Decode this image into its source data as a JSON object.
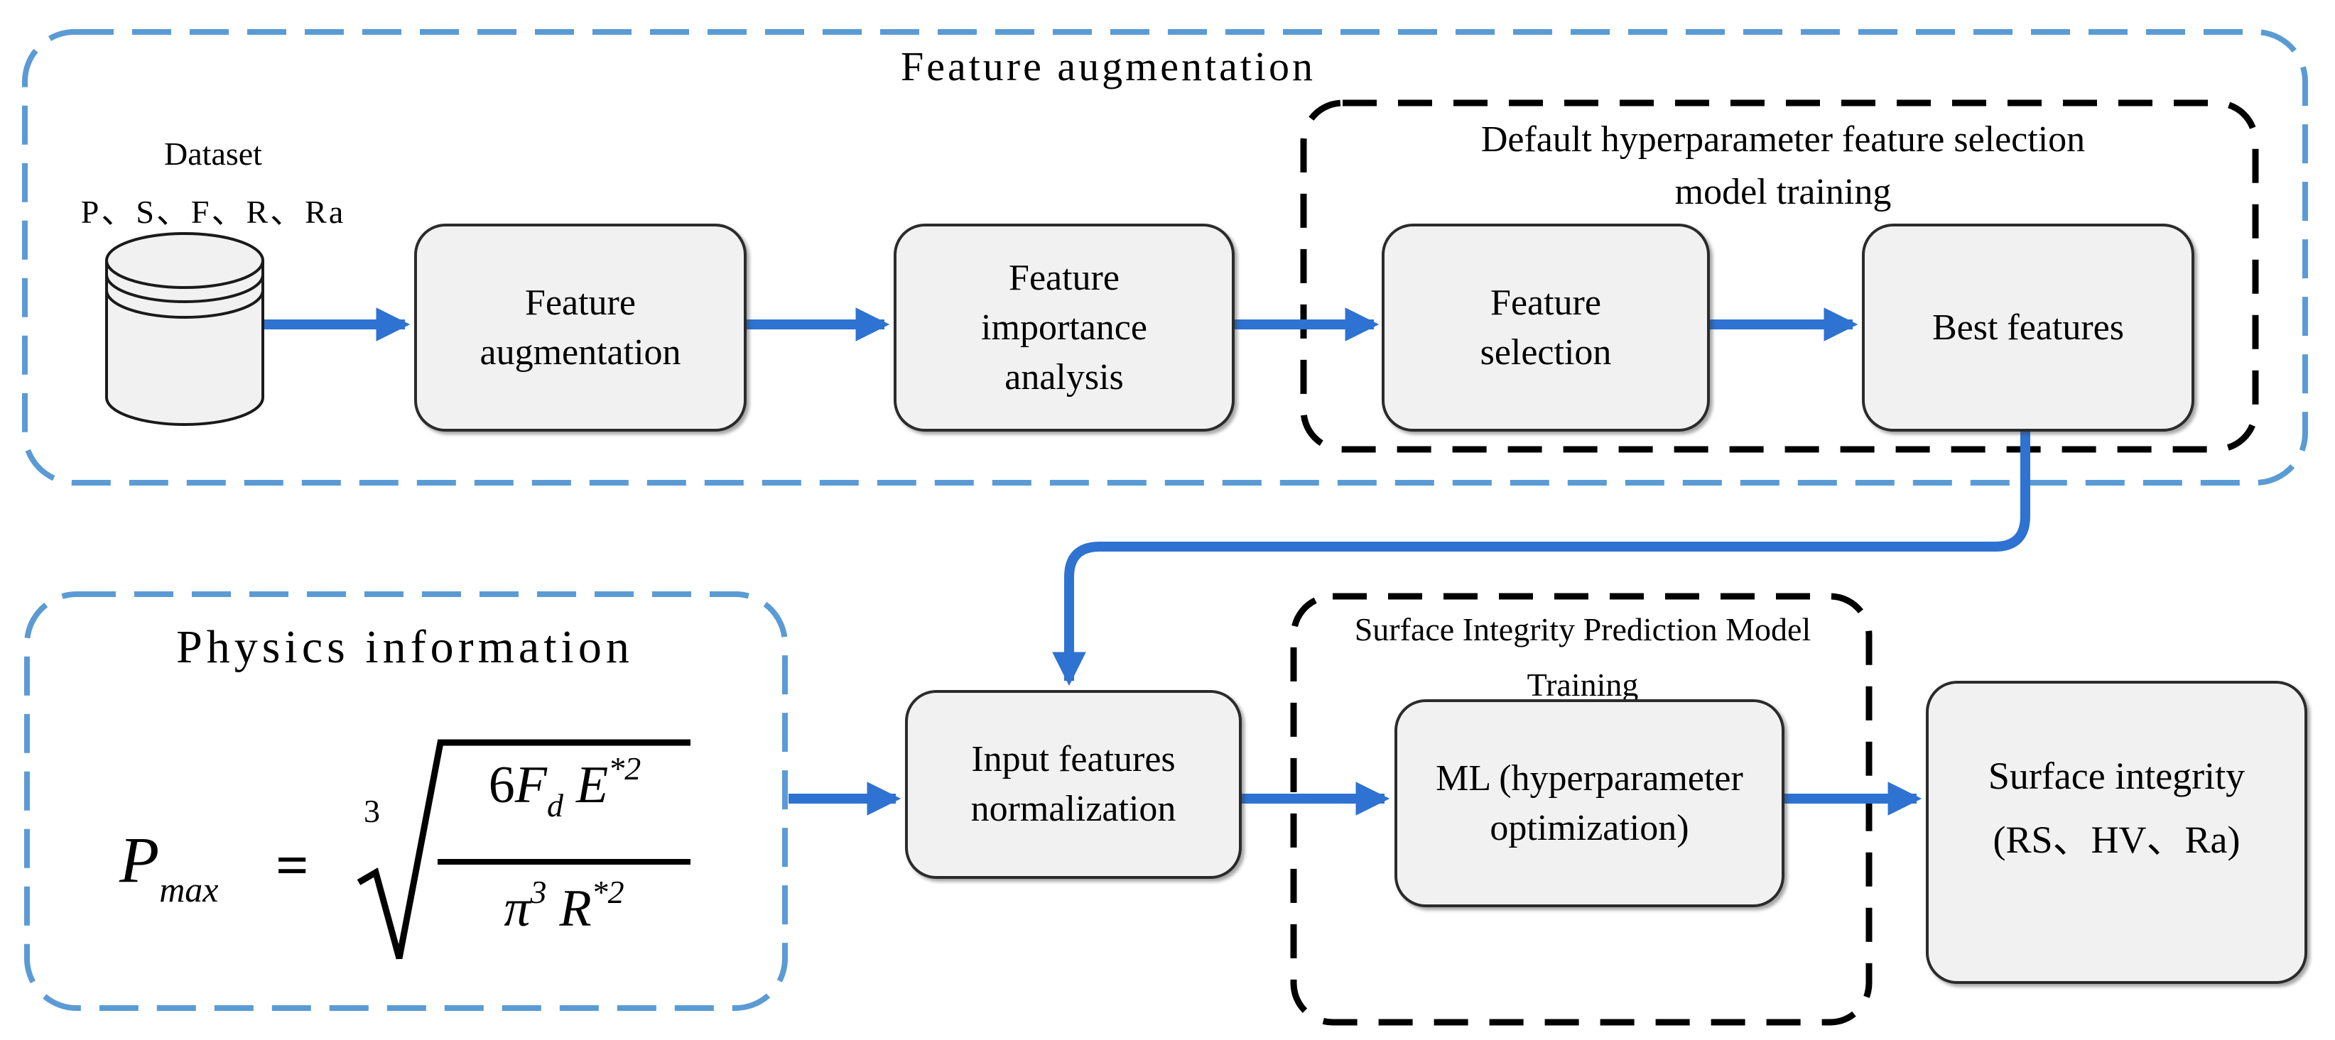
{
  "colors": {
    "arrow_blue": "#2E72D2",
    "dashed_blue_border": "#5B9BD5",
    "dashed_black_border": "#000000",
    "node_fill": "#F1F1F1",
    "node_border": "#2B2B2B",
    "background": "#FFFFFF",
    "text": "#000000"
  },
  "top_section": {
    "title": "Feature augmentation",
    "dataset": {
      "label": "Dataset",
      "variables": "P、S、F、R、Ra",
      "icon": "database-cylinder-icon"
    },
    "nodes": {
      "feature_augmentation": "Feature augmentation",
      "feature_importance": "Feature importance analysis"
    },
    "selection_group": {
      "label": "Default hyperparameter feature selection model training",
      "nodes": {
        "feature_selection": "Feature selection",
        "best_features": "Best features"
      }
    }
  },
  "bottom_section": {
    "physics": {
      "title": "Physics information",
      "formula": {
        "lhs_symbol": "P",
        "lhs_subscript": "max",
        "equals_sign": "=",
        "root_index": "3",
        "numerator": {
          "coefficient": "6",
          "force_symbol": "F",
          "force_subscript": "d",
          "modulus_symbol": "E",
          "modulus_exponent": "*2"
        },
        "denominator": {
          "pi_symbol": "π",
          "pi_exponent": "3",
          "radius_symbol": "R",
          "radius_exponent": "*2"
        }
      }
    },
    "nodes": {
      "input_normalization": "Input features normalization"
    },
    "training_group": {
      "label": "Surface Integrity Prediction Model Training",
      "nodes": {
        "ml": "ML (hyperparameter optimization)"
      }
    },
    "output_node": "Surface integrity (RS、HV、Ra)"
  }
}
